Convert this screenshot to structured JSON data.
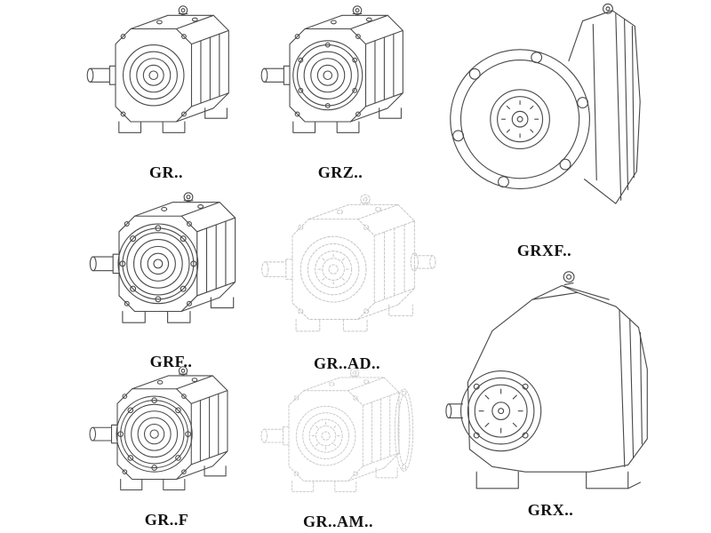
{
  "colors": {
    "background": "#ffffff",
    "line": "#4a4a4a",
    "ghost_line": "#c7c7c7",
    "label": "#101010"
  },
  "figures": [
    {
      "label": "GR..",
      "icon": "helical-gearbox-foot-mounted-drawing"
    },
    {
      "label": "GRZ..",
      "icon": "helical-gearbox-foot-mounted-z-drawing"
    },
    {
      "label": "GRXF..",
      "icon": "helical-gearbox-flange-front-view-drawing"
    },
    {
      "label": "GRF..",
      "icon": "helical-gearbox-flange-mounted-drawing"
    },
    {
      "label": "GR..AD..",
      "icon": "helical-gearbox-input-adapter-phantom-drawing"
    },
    {
      "label": "GRX..",
      "icon": "helical-gearbox-large-foot-mounted-drawing"
    },
    {
      "label": "GR..F",
      "icon": "helical-gearbox-flange-mounted-small-drawing"
    },
    {
      "label": "GR..AM..",
      "icon": "helical-gearbox-motor-flange-phantom-drawing"
    }
  ]
}
